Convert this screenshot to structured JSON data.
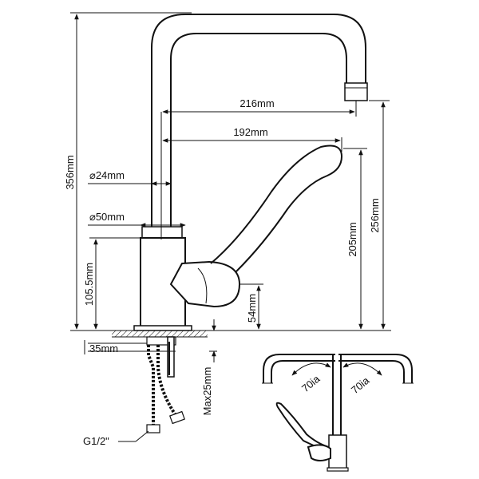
{
  "dimensions": {
    "total_height": "356mm",
    "reach_outer": "216mm",
    "reach_handle": "192mm",
    "spout_diameter": "⌀24mm",
    "body_diameter": "⌀50mm",
    "body_height": "105.5mm",
    "handle_height": "205mm",
    "spout_height": "256mm",
    "lever_base": "54mm",
    "shank_length": "35mm",
    "max_deck": "Max25mm",
    "thread": "G1/2\"",
    "angle_left": "70іа",
    "angle_right": "70іа"
  },
  "colors": {
    "line": "#111111",
    "background": "#ffffff"
  }
}
